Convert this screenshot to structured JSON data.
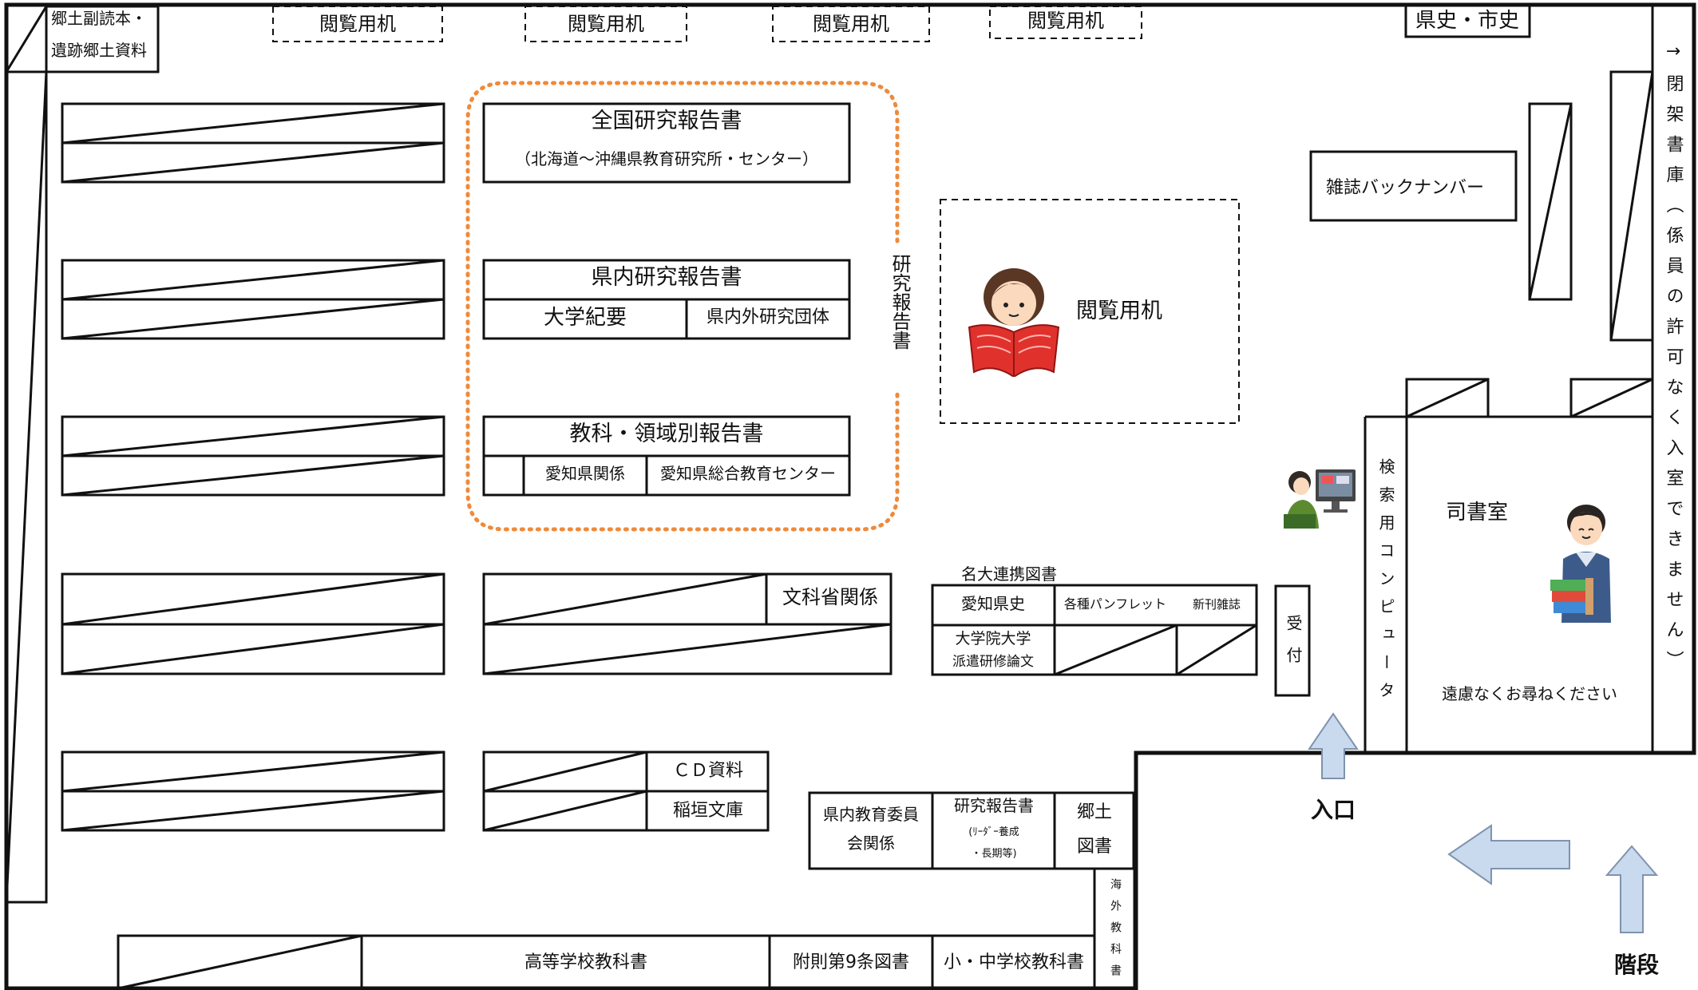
{
  "labels": {
    "local_reader": [
      "郷土副読本・",
      "遺跡郷土資料"
    ],
    "reading_desk": "閲覧用机",
    "pref_city_history": "県史・市史",
    "national_reports": "全国研究報告書",
    "national_reports_sub": "（北海道〜沖縄県教育研究所・センター）",
    "pref_reports": "県内研究報告書",
    "university_bulletin": "大学紀要",
    "research_groups": "県内外研究団体",
    "subject_reports": "教科・領域別報告書",
    "aichi_related": "愛知県関係",
    "aichi_center": "愛知県総合教育センター",
    "research_reports_vertical": "研究報告書",
    "magazine_back": "雑誌バックナンバー",
    "closed_stacks_vertical": "→閉架書庫（係員の許可なく入室できません）",
    "search_computer_vertical": "検索用コンピュータ",
    "librarian_room": "司書室",
    "ask_freely": "遠慮なくお尋ねください",
    "reception_vertical": "受付",
    "meidai": "名大連携図書",
    "aichi_history": "愛知県史",
    "pamphlets": "各種パンフレット",
    "new_magazines": "新刊雑誌",
    "graduate": [
      "大学院大学",
      "派遣研修論文"
    ],
    "mext": "文科省関係",
    "cd": "ＣＤ資料",
    "inagaki": "稲垣文庫",
    "board_edu": [
      "県内教育委員",
      "会関係"
    ],
    "research_leader": "研究報告書",
    "research_leader_sub": [
      "(ﾘｰﾀﾞｰ養成",
      "・長期等)"
    ],
    "local_books": [
      "郷土",
      "図書"
    ],
    "overseas_vertical": "海外教科書",
    "high_school": "高等学校教科書",
    "article9": "附則第9条図書",
    "elem_middle": "小・中学校教科書",
    "entrance": "入口",
    "stairs": "階段"
  },
  "colors": {
    "arrow_fill": "#c9d9ee",
    "arrow_stroke": "#7f93ad",
    "orange_dots": "#ef8a3a",
    "book_red": "#e0312d"
  },
  "icons": [
    "girl-reading-icon",
    "computer-user-icon",
    "librarian-icon"
  ]
}
